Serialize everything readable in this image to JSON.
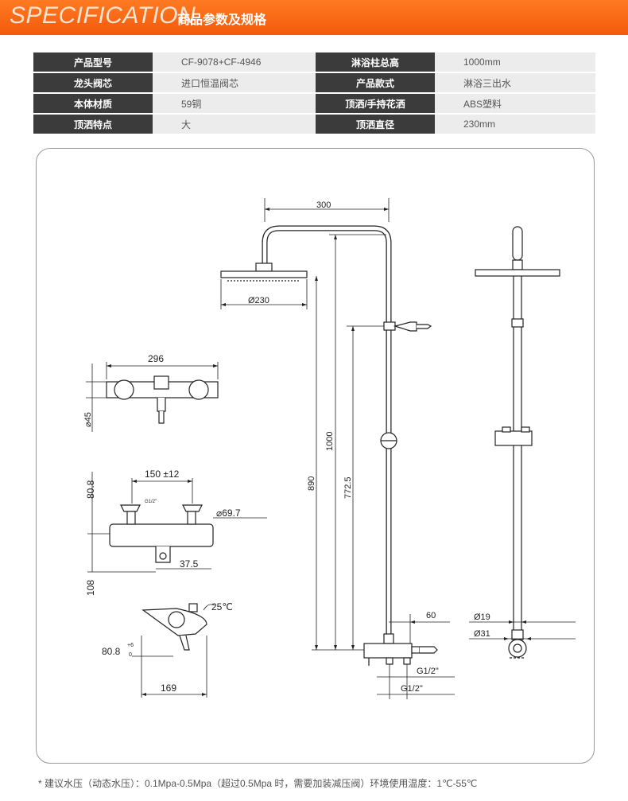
{
  "banner": {
    "title_en": "SPECIFICATION",
    "title_cn": "商品参数及规格"
  },
  "specs": [
    {
      "label1": "产品型号",
      "value1": "CF-9078+CF-4946",
      "label2": "淋浴柱总高",
      "value2": "1000mm"
    },
    {
      "label1": "龙头阀芯",
      "value1": "进口恒温阀芯",
      "label2": "产品款式",
      "value2": "淋浴三出水"
    },
    {
      "label1": "本体材质",
      "value1": "59铜",
      "label2": "顶洒/手持花洒",
      "value2": "ABS塑料"
    },
    {
      "label1": "顶洒特点",
      "value1": "大",
      "label2": "顶洒直径",
      "value2": "230mm"
    }
  ],
  "drawing": {
    "labels": {
      "width_300": "300",
      "dia_230": "Ø230",
      "height_1000": "1000",
      "height_890": "890",
      "height_772": "772.5",
      "offset_60": "60",
      "thread_g12_a": "G1/2\"",
      "thread_g12_b": "G1/2\"",
      "dia_19": "Ø19",
      "dia_31": "Ø31",
      "width_296": "296",
      "dia_45": "⌀45",
      "spacing_150": "150 ±12",
      "height_808": "80.8",
      "g12_small": "G1/2\"",
      "dia_697": "⌀69.7",
      "dim_375": "37.5",
      "height_108": "108",
      "angle_25": "25℃",
      "dim_808_tol": "80.8",
      "tol_upper": "+6",
      "tol_lower": "0",
      "width_169": "169"
    }
  },
  "footnote": "* 建议水压（动态水压）：0.1Mpa-0.5Mpa（超过0.5Mpa 时，需要加装减压阀）环境使用温度：1℃-55℃"
}
